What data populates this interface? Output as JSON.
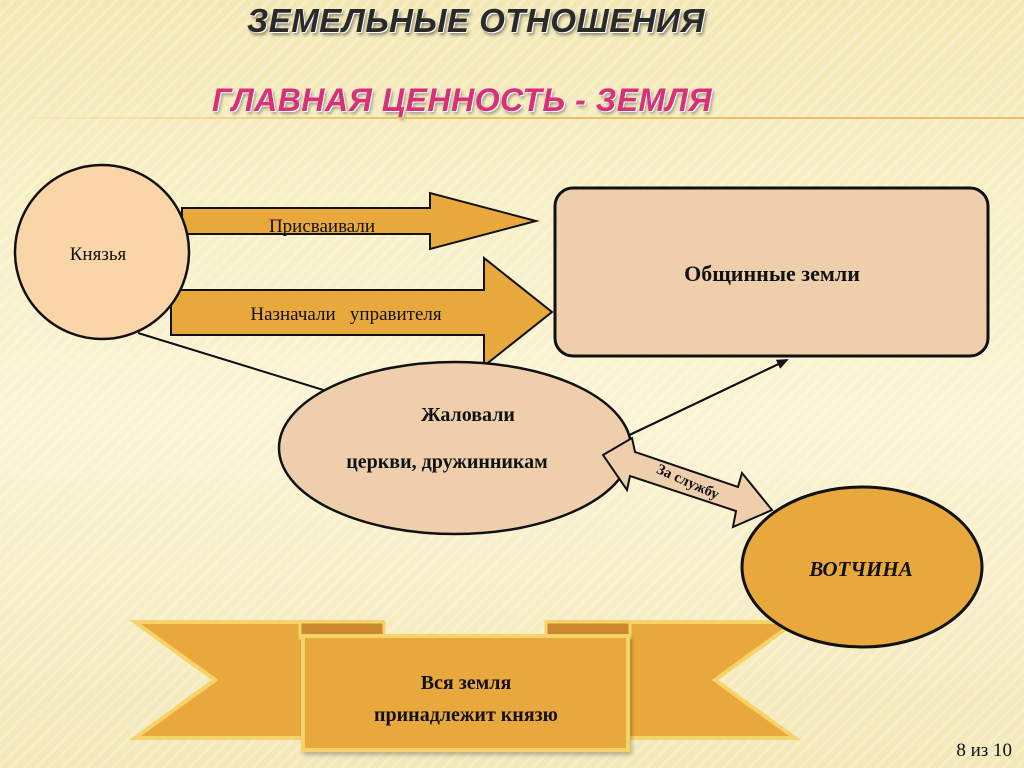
{
  "header": {
    "title": "ЗЕМЕЛЬНЫЕ ОТНОШЕНИЯ",
    "subtitle": "ГЛАВНАЯ ЦЕННОСТЬ - ЗЕМЛЯ"
  },
  "nodes": {
    "princes": "Князья",
    "communal_lands": "Общинные земли",
    "granted_line1": "Жаловали",
    "granted_line2": "церкви, дружинникам",
    "votchina": "ВОТЧИНА"
  },
  "arrows": {
    "appropriated": "Присваивали",
    "appointed_manager": "Назначали   управителя",
    "for_service": "За службу"
  },
  "banner": {
    "line1": "Вся земля",
    "line2": "принадлежит князю"
  },
  "pager": "8 из 10",
  "colors": {
    "orange": "#e9a83c",
    "light_node": "#f9d5a7",
    "beige_node": "#efcfab",
    "title_pink": "#d9307a"
  }
}
